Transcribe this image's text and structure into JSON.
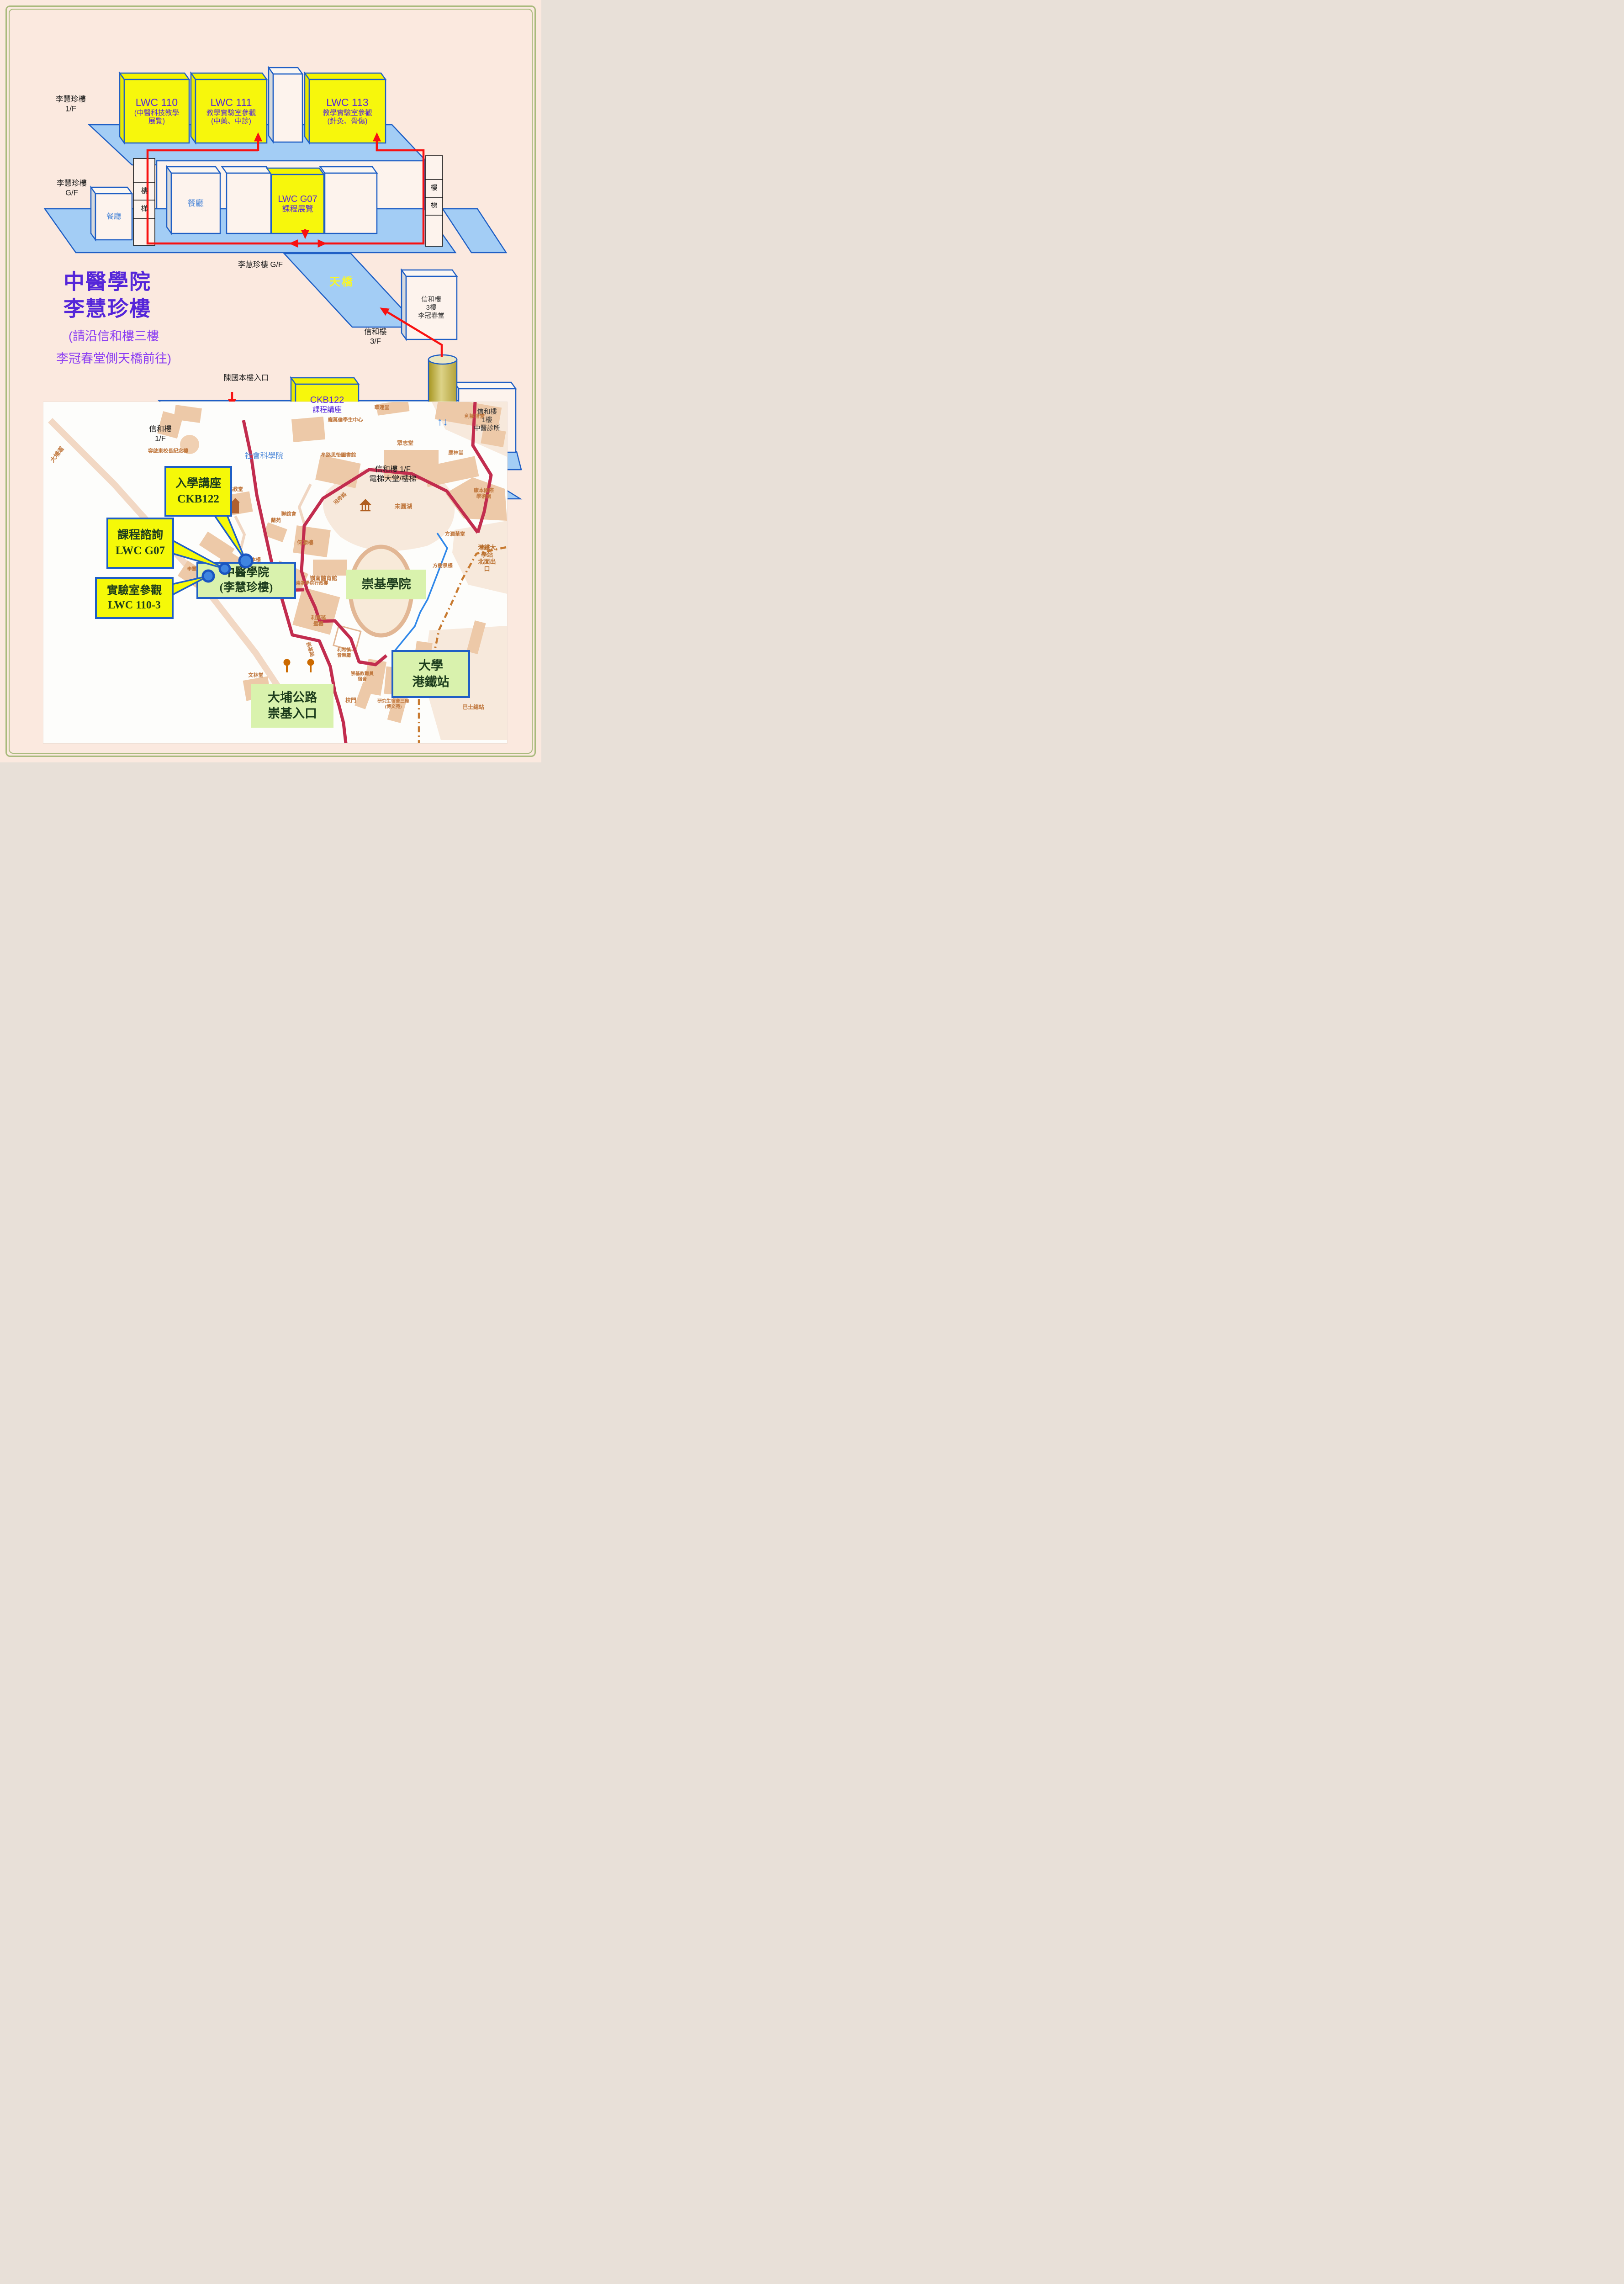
{
  "diagram": {
    "bldg_1f_label": "李慧珍樓\n1/F",
    "bldg_gf_label": "李慧珍樓\nG/F",
    "gf_walkway_label": "李慧珍樓 G/F",
    "rooms": {
      "lwc110": {
        "code": "LWC 110",
        "sub1": "(中醫科技教學",
        "sub2": "展覽)"
      },
      "lwc111": {
        "code": "LWC 111",
        "sub1": "教學實驗室參觀",
        "sub2": "(中藥、中診)"
      },
      "lwc113": {
        "code": "LWC 113",
        "sub1": "教學實驗室參觀",
        "sub2": "(針灸、骨傷)"
      },
      "lwcg07": {
        "code": "LWC G07",
        "sub1": "課程展覽"
      },
      "ckb122": {
        "code": "CKB122",
        "sub1": "課程講座"
      }
    },
    "canteen": "餐廳",
    "stair_upper": "樓",
    "stair_lower": "梯",
    "soc_sci": "社會科學院",
    "sino3_box": "信和樓\n3樓\n李冠春堂",
    "clinic_box": "信和樓\n1樓\n中醫診所",
    "bridge_label": "天橋",
    "sino_3f_label": "信和樓\n3/F",
    "sino_1f_label": "信和樓\n1/F",
    "ckb_entrance_label": "陳國本樓入口",
    "lift_lobby_label": "信和樓 1/F\n電梯大堂/樓梯",
    "elevator_icon": "↑↓",
    "title_line1": "中醫學院",
    "title_line2": "李慧珍樓",
    "title_note1": "(請沿信和樓三樓",
    "title_note2": "李冠春堂側天橋前往)"
  },
  "map": {
    "callouts": [
      {
        "line1": "入學講座",
        "line2": "CKB122"
      },
      {
        "line1": "課程諮詢",
        "line2": "LWC G07"
      },
      {
        "line1": "實驗室參觀",
        "line2": "LWC 110-3"
      }
    ],
    "green_labels": [
      {
        "text": "中醫學院\n(李慧珍樓)"
      },
      {
        "text": "崇基學院"
      },
      {
        "text": "大學\n港鐵站"
      },
      {
        "text": "大埔公路\n崇基入口"
      }
    ],
    "labels": [
      {
        "text": "大埔道"
      },
      {
        "text": "容啟東校長紀念樓"
      },
      {
        "text": "龐萬倫學生中心"
      },
      {
        "text": "華連堂"
      },
      {
        "text": "利樹培堂"
      },
      {
        "text": "眾志堂"
      },
      {
        "text": "牟路思怡圖書館"
      },
      {
        "text": "應林堂"
      },
      {
        "text": "聯誼會"
      },
      {
        "text": "池旁路"
      },
      {
        "text": "未圓湖"
      },
      {
        "text": "康本國際學術園"
      },
      {
        "text": "崇基教堂"
      },
      {
        "text": "蘭苑"
      },
      {
        "text": "何添樓"
      },
      {
        "text": "陳國本樓"
      },
      {
        "text": "李慧珍樓"
      },
      {
        "text": "嶺南體育館"
      },
      {
        "text": "崇基學院行政樓"
      },
      {
        "text": "利黃瑤\n璧樓"
      },
      {
        "text": "利希慎\n音樂廳"
      },
      {
        "text": "崇基路"
      },
      {
        "text": "文林堂"
      },
      {
        "text": "崇基教職員\n宿舍"
      },
      {
        "text": "校門"
      },
      {
        "text": "研究生宿舍三座\n(博文苑)"
      },
      {
        "text": "巴士總站"
      },
      {
        "text": "方潤華堂"
      },
      {
        "text": "方樹泉樓"
      },
      {
        "text": "港鐵大學站\n北面出口"
      }
    ]
  },
  "colors": {
    "accent_red": "#f81111",
    "slab_blue": "#a3cdf5",
    "box_yellow": "#f7f70c",
    "road_red": "#c22c4e",
    "route_blue": "#2f87e9",
    "rail_orange": "#c87a30",
    "green_label_bg": "#d9f2ad",
    "callout_yellow": "#f5f908",
    "frame_olive": "#a9ba7c"
  }
}
